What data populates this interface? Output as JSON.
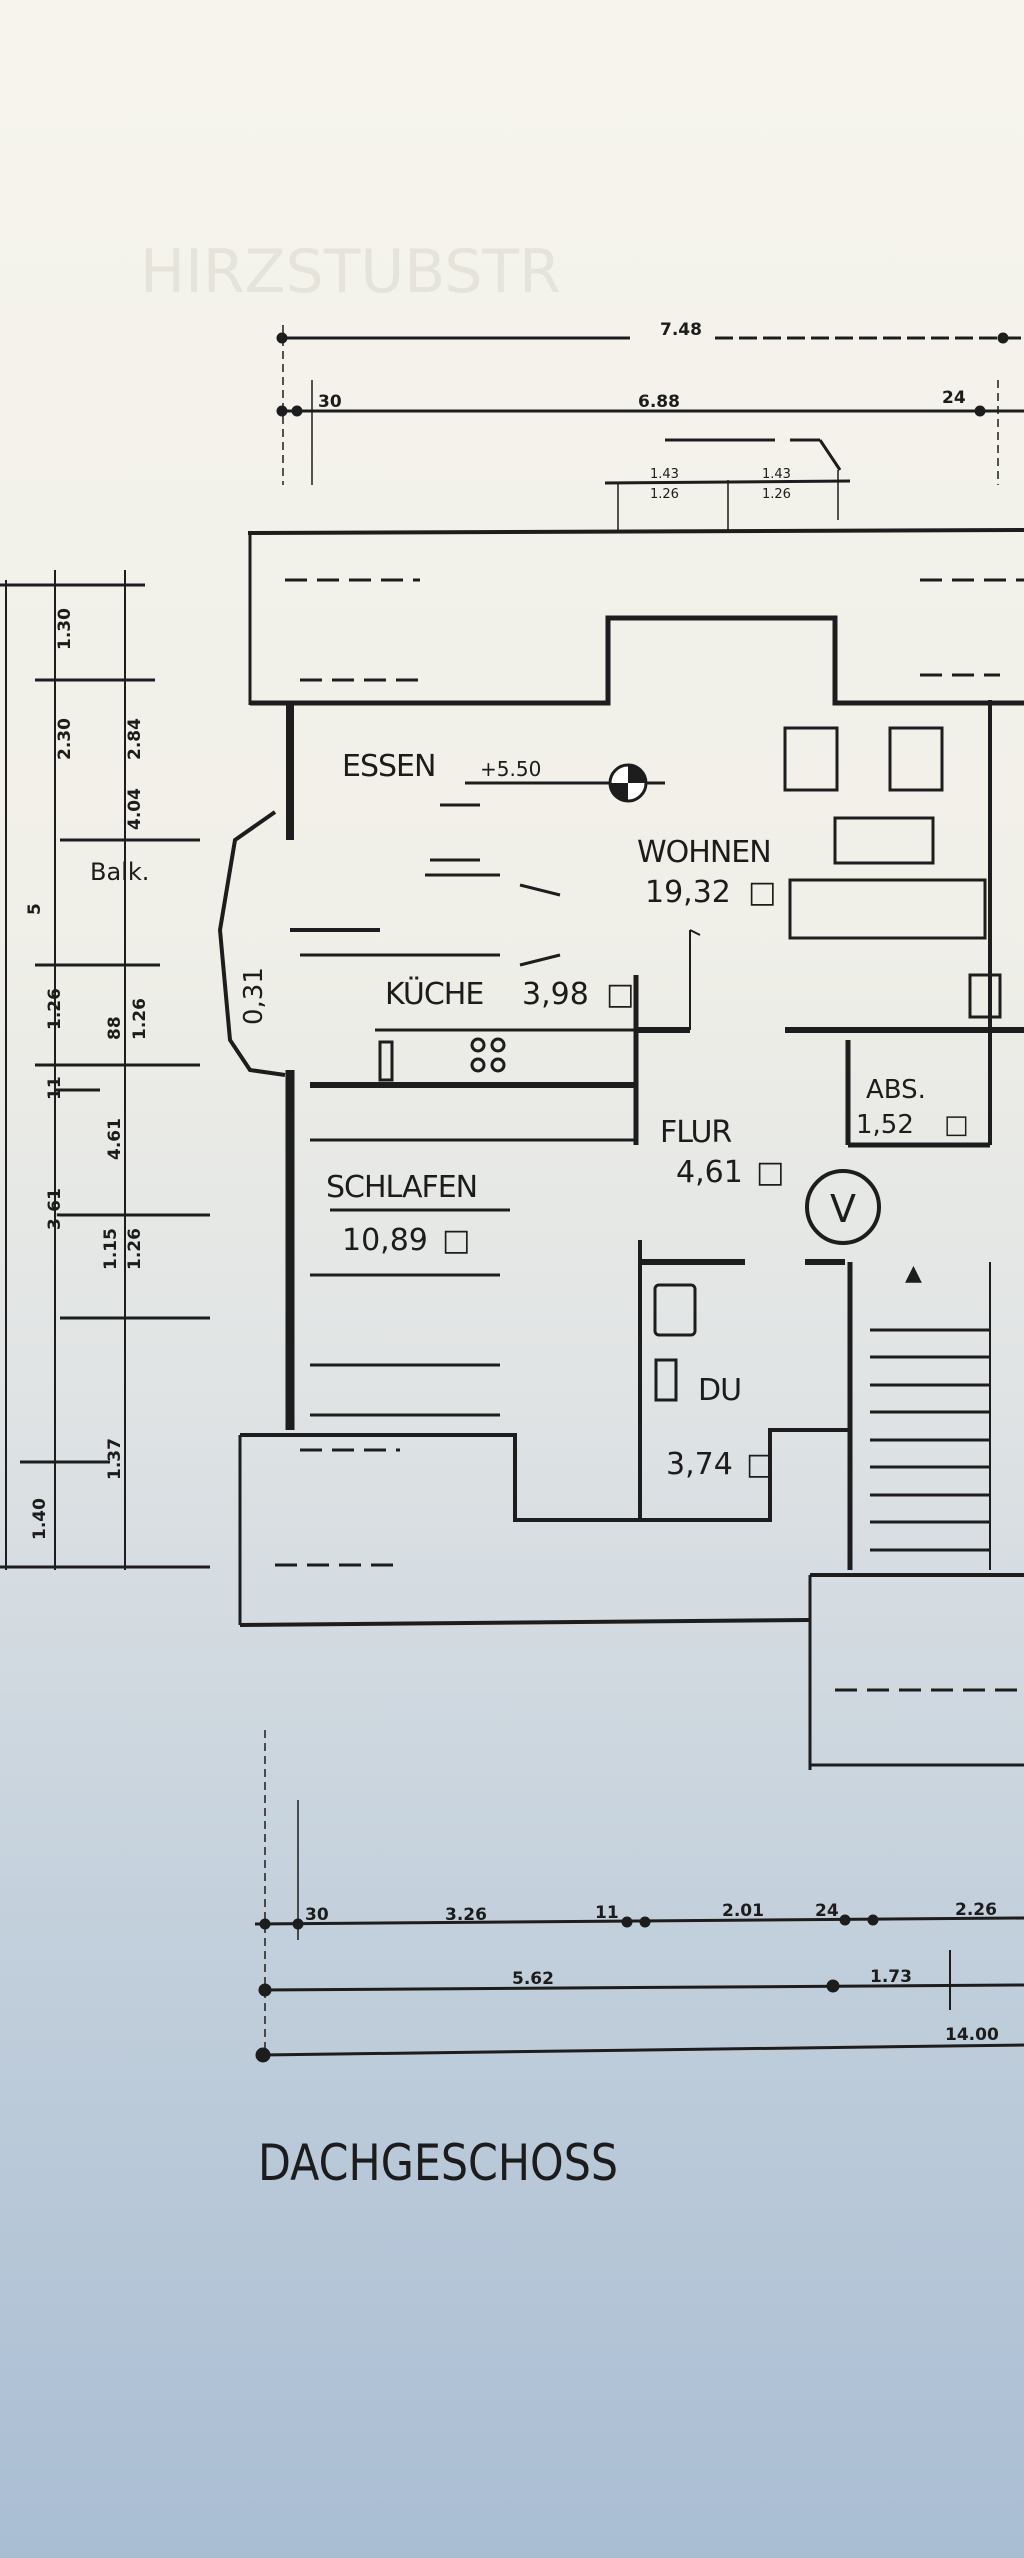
{
  "plan": {
    "title": "DACHGESCHOSS",
    "elevation": "+5.50",
    "balcony_label": "Balk.",
    "vent_symbol": "V",
    "rooms": [
      {
        "name": "ESSEN",
        "area": ""
      },
      {
        "name": "WOHNEN",
        "area": "19,32"
      },
      {
        "name": "KÜCHE",
        "area": "3,98"
      },
      {
        "name": "FLUR",
        "area": "4,61"
      },
      {
        "name": "SCHLAFEN",
        "area": "10,89"
      },
      {
        "name": "DU",
        "area": "3,74"
      },
      {
        "name": "ABS.",
        "area": "1,52"
      },
      {
        "name": "",
        "area": "0,31"
      }
    ],
    "area_unit_symbol": "□",
    "top_dimensions": [
      "7.48",
      "6.88",
      "30",
      "24",
      "1.43",
      "1.26",
      "1.43",
      "1.26"
    ],
    "left_dimensions": [
      "1.30",
      "2.30",
      "2.84",
      "4.04",
      "1.26",
      "88",
      "1.26",
      "11",
      "4.61",
      "3.61",
      "1.15",
      "1.26",
      "1.37",
      "1.40",
      "5"
    ],
    "bottom_dimensions": [
      "30",
      "3.26",
      "11",
      "2.01",
      "24",
      "2.26",
      "5.62",
      "1.73",
      "14.00"
    ]
  }
}
